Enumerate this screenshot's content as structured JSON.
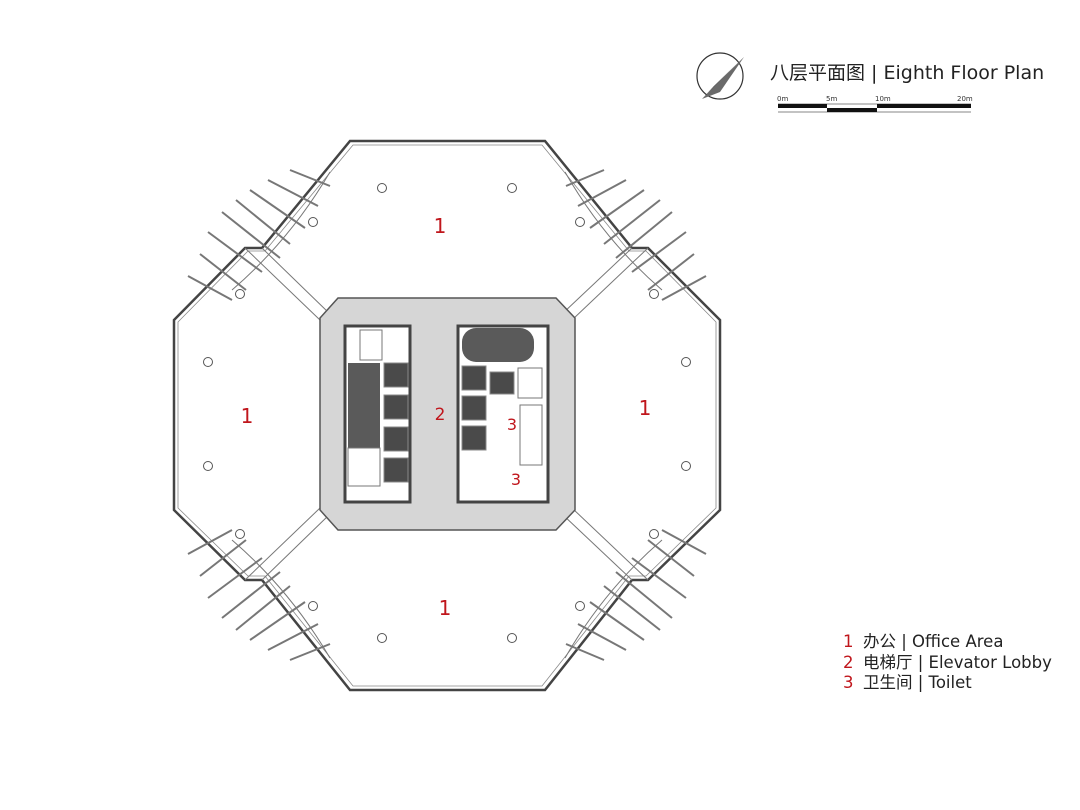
{
  "title": "八层平面图 | Eighth Floor Plan",
  "scale_bar": {
    "labels": [
      "0m",
      "5m",
      "10m",
      "20m"
    ]
  },
  "room_labels": [
    {
      "num": "1"
    },
    {
      "num": "1"
    },
    {
      "num": "1"
    },
    {
      "num": "1"
    },
    {
      "num": "2"
    },
    {
      "num": "3"
    },
    {
      "num": "3"
    }
  ],
  "legend": [
    {
      "num": "1",
      "text": "办公 | Office Area"
    },
    {
      "num": "2",
      "text": "电梯厅 | Elevator Lobby"
    },
    {
      "num": "3",
      "text": "卫生间 | Toilet"
    }
  ],
  "colors": {
    "label_red": "#c0161c",
    "core_gray": "#d6d6d6",
    "shaft_dark": "#5a5a5a"
  }
}
